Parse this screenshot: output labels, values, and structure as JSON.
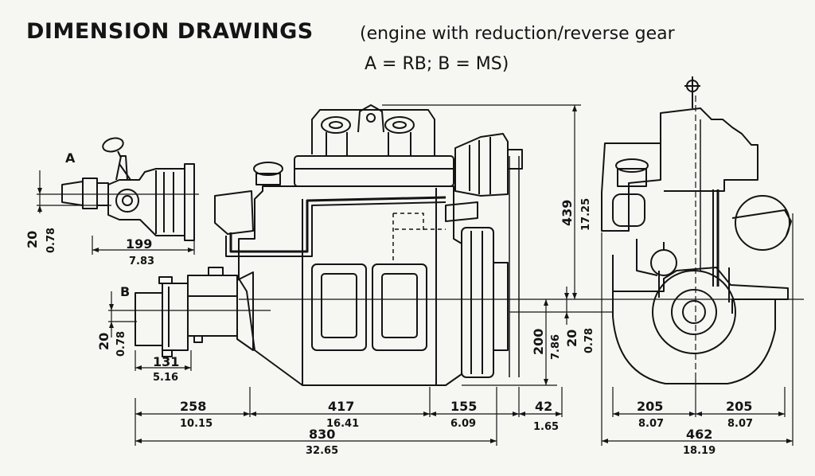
{
  "title": "DIMENSION DRAWINGS",
  "subtitle_line1": "(engine with reduction/reverse gear",
  "subtitle_line2": "A = RB; B = MS)",
  "labels": {
    "a": "A",
    "b": "B"
  },
  "dimensions": {
    "a_offset": {
      "mm": "20",
      "in": "0.78"
    },
    "a_length": {
      "mm": "199",
      "in": "7.83"
    },
    "b_offset": {
      "mm": "20",
      "in": "0.78"
    },
    "b_length": {
      "mm": "131",
      "in": "5.16"
    },
    "height_top": {
      "mm": "439",
      "in": "17.25"
    },
    "height_bottom": {
      "mm": "200",
      "in": "7.86"
    },
    "crank_offset": {
      "mm": "20",
      "in": "0.78"
    },
    "len_258": {
      "mm": "258",
      "in": "10.15"
    },
    "len_417": {
      "mm": "417",
      "in": "16.41"
    },
    "len_155": {
      "mm": "155",
      "in": "6.09"
    },
    "len_42": {
      "mm": "42",
      "in": "1.65"
    },
    "len_total": {
      "mm": "830",
      "in": "32.65"
    },
    "width_left": {
      "mm": "205",
      "in": "8.07"
    },
    "width_right": {
      "mm": "205",
      "in": "8.07"
    },
    "width_total": {
      "mm": "462",
      "in": "18.19"
    }
  }
}
